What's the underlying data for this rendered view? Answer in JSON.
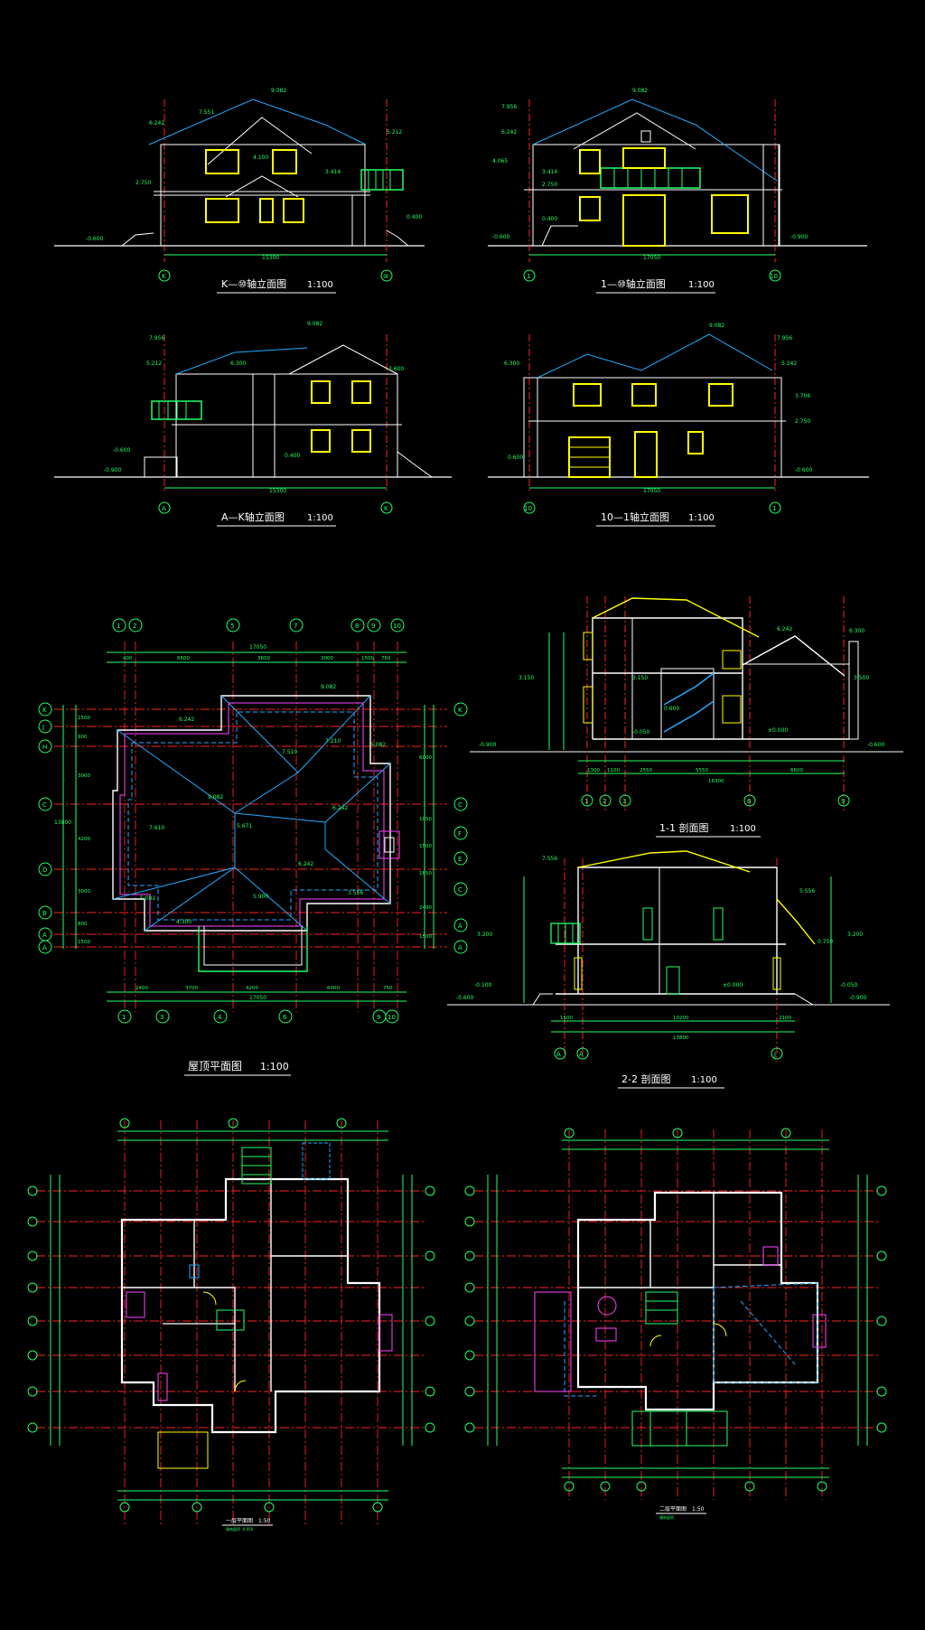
{
  "colors": {
    "background": "#000000",
    "wall": "#ffffff",
    "axis": "#ff2222",
    "dimension": "#22ff66",
    "window": "#ffff00",
    "roof": "#22aaff",
    "furniture": "#ff44ff",
    "label": "#ffffff"
  },
  "elevations": {
    "e1": {
      "title": "K—⑩轴立面图",
      "scale": "1:100",
      "span": "15300",
      "axis_left": "K",
      "axis_right": "⑩",
      "heights": [
        "9.082",
        "7.551",
        "6.242",
        "5.212",
        "4.100",
        "3.414",
        "2.750",
        "0.400",
        "-0.600"
      ]
    },
    "e2": {
      "title": "1—⑩轴立面图",
      "scale": "1:100",
      "span": "17050",
      "axis_left": "1",
      "axis_right": "10",
      "heights": [
        "9.082",
        "7.956",
        "6.242",
        "4.065",
        "3.414",
        "2.750",
        "0.400",
        "-0.600",
        "-0.900"
      ]
    },
    "e3": {
      "title": "A—K轴立面图",
      "scale": "1:100",
      "span": "15300",
      "axis_left": "A",
      "axis_right": "K",
      "heights": [
        "9.082",
        "7.956",
        "6.300",
        "5.212",
        "3.600",
        "0.400",
        "-0.600",
        "-0.900"
      ]
    },
    "e4": {
      "title": "10—1轴立面图",
      "scale": "1:100",
      "span": "17050",
      "axis_left": "10",
      "axis_right": "1",
      "heights": [
        "9.082",
        "7.956",
        "6.300",
        "5.242",
        "3.706",
        "2.750",
        "0.600",
        "-0.600"
      ]
    }
  },
  "roof_plan": {
    "title": "屋顶平面图",
    "scale": "1:100",
    "top_axes": [
      "1",
      "2",
      "5",
      "7",
      "8",
      "9",
      "10"
    ],
    "top_dims": [
      "400",
      "6600",
      "3600",
      "3000",
      "1500",
      "750"
    ],
    "total_width": "17050",
    "bottom_axes": [
      "1",
      "3",
      "4",
      "6",
      "9",
      "10"
    ],
    "bottom_dims": [
      "2400",
      "3700",
      "4200",
      "6000",
      "750"
    ],
    "left_axes": [
      "K",
      "J",
      "H",
      "C",
      "D",
      "B",
      "A",
      "A"
    ],
    "left_dims": [
      "1500",
      "900",
      "3000",
      "4200",
      "3000",
      "800",
      "1500"
    ],
    "total_depth": "13800",
    "right_axes": [
      "K",
      "C",
      "F",
      "E",
      "C",
      "A",
      "A"
    ],
    "right_dims": [
      "6000",
      "1050",
      "1500",
      "1650",
      "2400",
      "1500"
    ],
    "heights": [
      "9.082",
      "6.242",
      "7.510",
      "7.210",
      "5.082",
      "9.082",
      "6.242",
      "7.610",
      "6.242",
      "5.671",
      "5.082",
      "3.556",
      "5.900",
      "4.300"
    ]
  },
  "section_1": {
    "title": "1-1 剖面图",
    "scale": "1:100",
    "heights": [
      "6.242",
      "6.300",
      "3.150",
      "3.150",
      "3.500",
      "0.600",
      "-0.050",
      "±0.000",
      "-0.900",
      "-0.600"
    ],
    "dims": [
      "1300",
      "1100",
      "2550",
      "5550",
      "6600"
    ],
    "total": "16300",
    "axes": [
      "1",
      "2",
      "3",
      "6",
      "9"
    ]
  },
  "section_2": {
    "title": "2-2 剖面图",
    "scale": "1:100",
    "heights": [
      "7.556",
      "5.556",
      "3.200",
      "0.750",
      "3.200",
      "-0.100",
      "-0.600",
      "±0.000",
      "-0.050",
      "-0.900"
    ],
    "dims": [
      "1500",
      "10200",
      "2100"
    ],
    "total": "13800",
    "axes": [
      "A",
      "A",
      "J"
    ]
  },
  "plan_1": {
    "title": "一层平面图",
    "scale": "1:50",
    "note": "建筑面积 -0.050"
  },
  "plan_2": {
    "title": "二层平面图",
    "scale": "1:50",
    "note": "建筑面积"
  }
}
